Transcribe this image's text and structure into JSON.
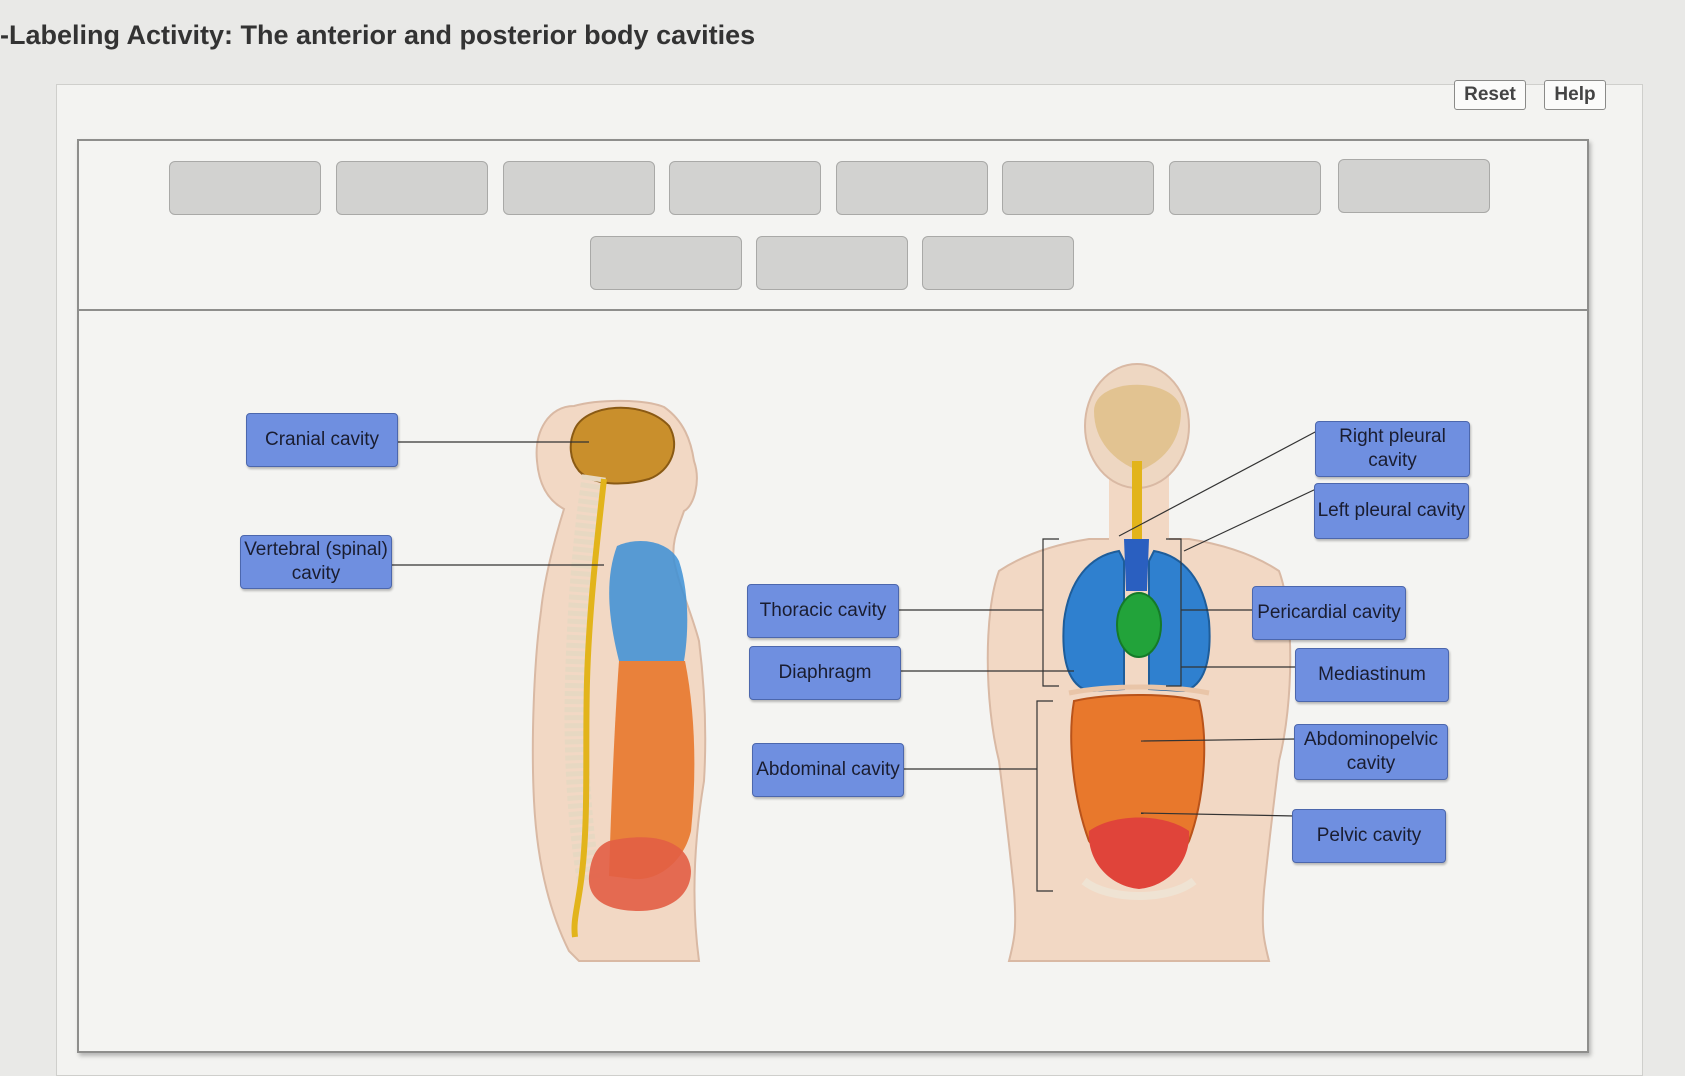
{
  "title": "-Labeling Activity: The anterior and posterior body cavities",
  "toolbar": {
    "reset_label": "Reset",
    "help_label": "Help"
  },
  "labels": {
    "cranial": "Cranial cavity",
    "vertebral": "Vertebral (spinal) cavity",
    "thoracic": "Thoracic cavity",
    "diaphragm": "Diaphragm",
    "abdominal": "Abdominal cavity",
    "right_pleural": "Right pleural cavity",
    "left_pleural": "Left pleural cavity",
    "pericardial": "Pericardial cavity",
    "mediastinum": "Mediastinum",
    "abdominopelvic": "Abdominopelvic cavity",
    "pelvic": "Pelvic cavity"
  },
  "colors": {
    "label_fill": "#6f8fe0",
    "cranial": "#c98f2c",
    "spinal_cord": "#e2b41b",
    "pleural": "#3c8fd6",
    "heart": "#22a33a",
    "abdominal": "#e8782c",
    "pelvic": "#e0443a",
    "skin": "#f2d8c4"
  }
}
